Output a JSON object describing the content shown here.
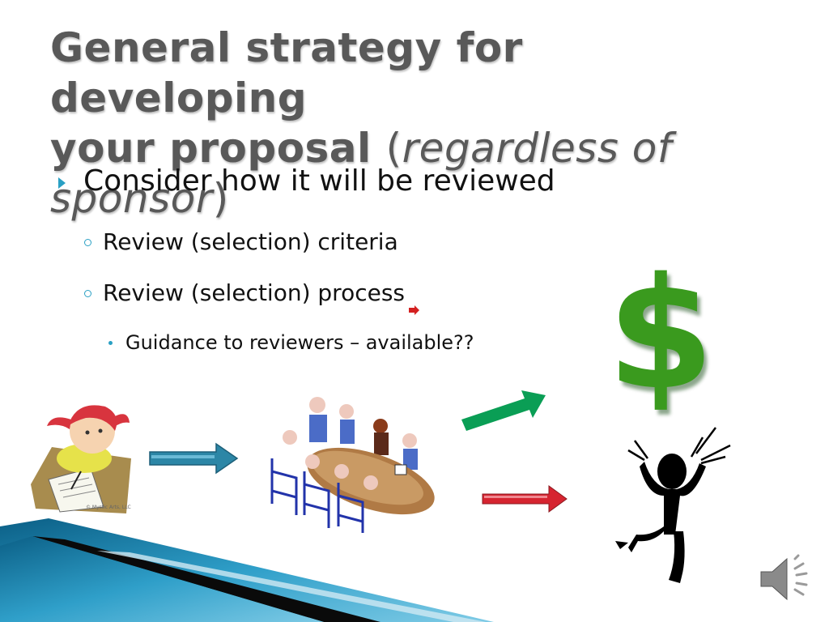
{
  "slide": {
    "title_line1": "General strategy for developing",
    "title_line2": "your proposal",
    "title_paren_open": "(",
    "title_italic": "regardless of sponsor",
    "title_paren_close": ")"
  },
  "bullets": {
    "level1": "Consider how it will be reviewed",
    "level2": [
      "Review (selection) criteria",
      "Review (selection) process"
    ],
    "level3": "Guidance to reviewers – available??"
  },
  "clipart": {
    "girl_credit": "© Mystic Arts, LLC",
    "dollar_symbol": "$"
  },
  "icons": {
    "speaker": "speaker-icon",
    "accent": "#2aa0c4"
  }
}
